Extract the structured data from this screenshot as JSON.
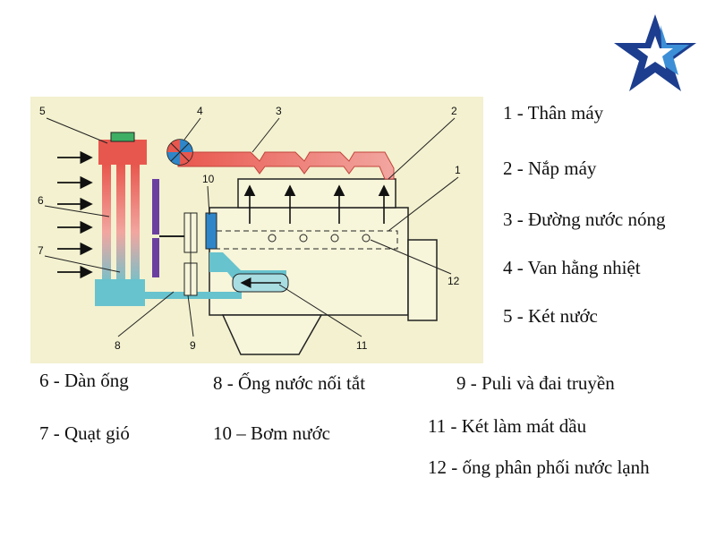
{
  "colors": {
    "panel_bg": "#F3F1CF",
    "hot": "#E8574E",
    "hot_light": "#F2A6A0",
    "cold": "#67C3CE",
    "cold_light": "#A8DDE2",
    "engine_bg": "#F7F5DA",
    "fan_blade": "#6B3FA0",
    "pump": "#2E86C8",
    "cap": "#3DAE63",
    "logo_dark": "#1D3E8F",
    "logo_light": "#3C8FD6"
  },
  "diagram": {
    "numbers": [
      "1",
      "2",
      "3",
      "4",
      "5",
      "6",
      "7",
      "8",
      "9",
      "10",
      "11",
      "12"
    ]
  },
  "legend": [
    {
      "text": "1 - Thân máy"
    },
    {
      "text": "2 - Nắp máy"
    },
    {
      "text": "3 - Đường nước nóng"
    },
    {
      "text": "4 - Van hằng nhiệt"
    },
    {
      "text": "5 - Két nước"
    },
    {
      "text": "6 - Dàn ống"
    },
    {
      "text": "8 - Ống nước nối tắt"
    },
    {
      "text": "9 - Puli và đai truyền"
    },
    {
      "text": "7 - Quạt gió"
    },
    {
      "text": "10 – Bơm nước"
    },
    {
      "text": "11 - Két làm mát dầu"
    },
    {
      "text": "12 - ống phân phối nước lạnh"
    }
  ]
}
